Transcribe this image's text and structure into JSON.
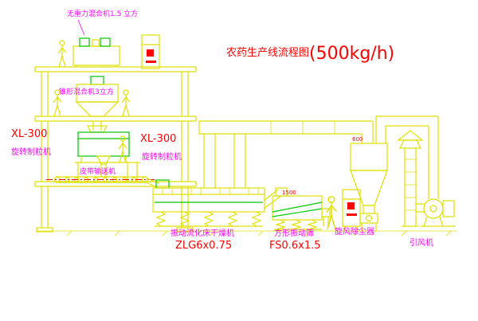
{
  "title": {
    "name": "农药生产线流程图",
    "capacity": "(500kg/h)"
  },
  "equipment_labels": {
    "top_mixer": "无重力混合机1.5 立方",
    "second_mixer": "锥形混合机3立方",
    "granulator_model_left": "XL-300",
    "granulator_left": "旋转制粒机",
    "granulator_model_center": "XL-300",
    "granulator_center": "旋转制粒机",
    "belt_conveyor": "皮带输送机",
    "fluid_bed_dryer": "振动流化床干燥机",
    "dryer_model": "ZLG6x0.75",
    "vibrating_screen": "方形振动筛",
    "screen_model": "FS0.6x1.5",
    "cyclone": "旋风除尘器",
    "induced_draft_fan": "引风机"
  },
  "dimensions": {
    "screen_width": "1500",
    "cyclone_outlet": "600"
  },
  "colors": {
    "structure_line": "#e0e000",
    "equipment_line": "#00c800",
    "label_text": "#ff00ff",
    "model_text": "#ff0000",
    "background": "#ffffff"
  }
}
